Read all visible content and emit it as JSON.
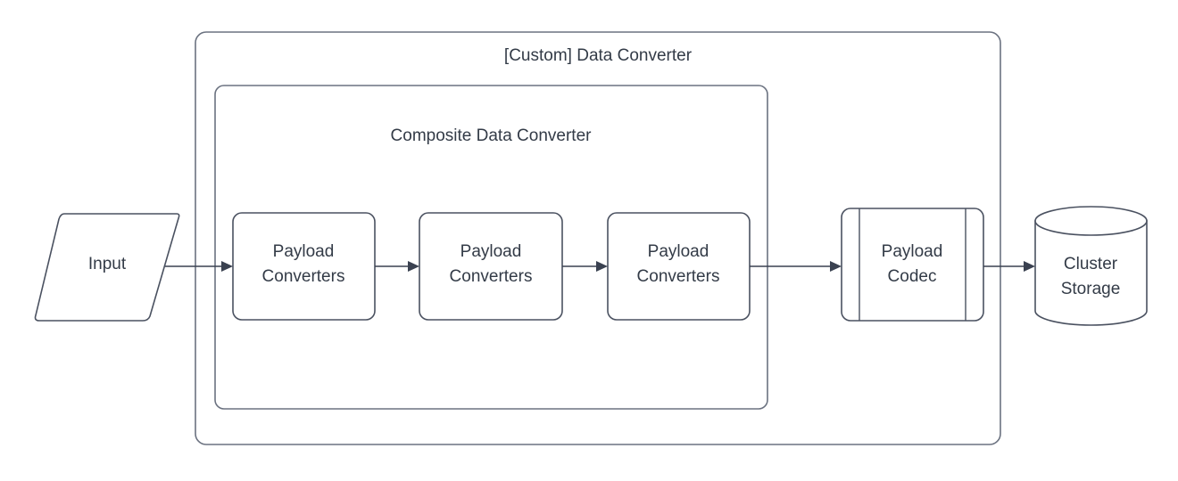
{
  "diagram": {
    "type": "flowchart",
    "title": "[Custom] Data Converter",
    "background_color": "#ffffff",
    "stroke_color": "#4a5160",
    "text_color": "#333b47",
    "containers": [
      {
        "id": "custom-data-converter",
        "label": "[Custom] Data Converter"
      },
      {
        "id": "composite-data-converter",
        "label": "Composite Data Converter"
      }
    ],
    "nodes": [
      {
        "id": "input",
        "label": "Input",
        "shape": "parallelogram"
      },
      {
        "id": "payload-converters-1",
        "label_line1": "Payload",
        "label_line2": "Converters",
        "shape": "rounded-rect"
      },
      {
        "id": "payload-converters-2",
        "label_line1": "Payload",
        "label_line2": "Converters",
        "shape": "rounded-rect"
      },
      {
        "id": "payload-converters-3",
        "label_line1": "Payload",
        "label_line2": "Converters",
        "shape": "rounded-rect"
      },
      {
        "id": "payload-codec",
        "label_line1": "Payload",
        "label_line2": "Codec",
        "shape": "subroutine"
      },
      {
        "id": "cluster-storage",
        "label_line1": "Cluster",
        "label_line2": "Storage",
        "shape": "cylinder"
      }
    ],
    "edges": [
      {
        "from": "input",
        "to": "payload-converters-1",
        "arrow": true
      },
      {
        "from": "payload-converters-1",
        "to": "payload-converters-2",
        "arrow": true
      },
      {
        "from": "payload-converters-2",
        "to": "payload-converters-3",
        "arrow": true
      },
      {
        "from": "payload-converters-3",
        "to": "payload-codec",
        "arrow": true
      },
      {
        "from": "payload-codec",
        "to": "cluster-storage",
        "arrow": true
      }
    ]
  }
}
